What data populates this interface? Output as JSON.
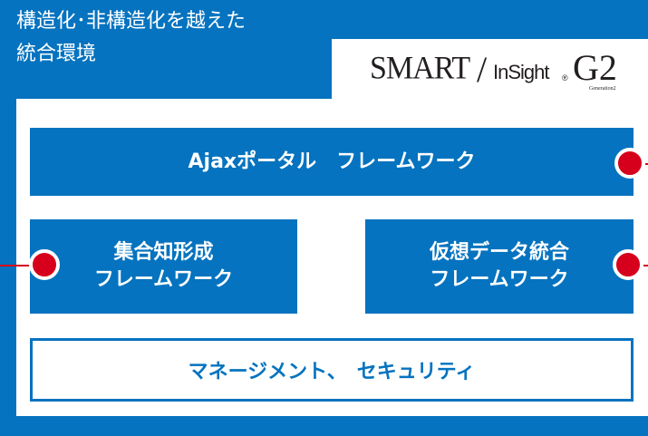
{
  "header": {
    "title": "構造化･非構造化を越えた\n統合環境"
  },
  "logo": {
    "main": "SMART",
    "slash": "/",
    "insight": "InSight",
    "registered": "®",
    "g2": "G2",
    "generation": "Generation2"
  },
  "boxes": {
    "portal": "Ajaxポータル　フレームワーク",
    "collective": "集合知形成\nフレームワーク",
    "virtual": "仮想データ統合\nフレームワーク",
    "management": "マネージメント、　セキュリティ"
  },
  "colors": {
    "primary": "#0573bf",
    "connector": "#d6001c",
    "panel": "#ffffff"
  }
}
